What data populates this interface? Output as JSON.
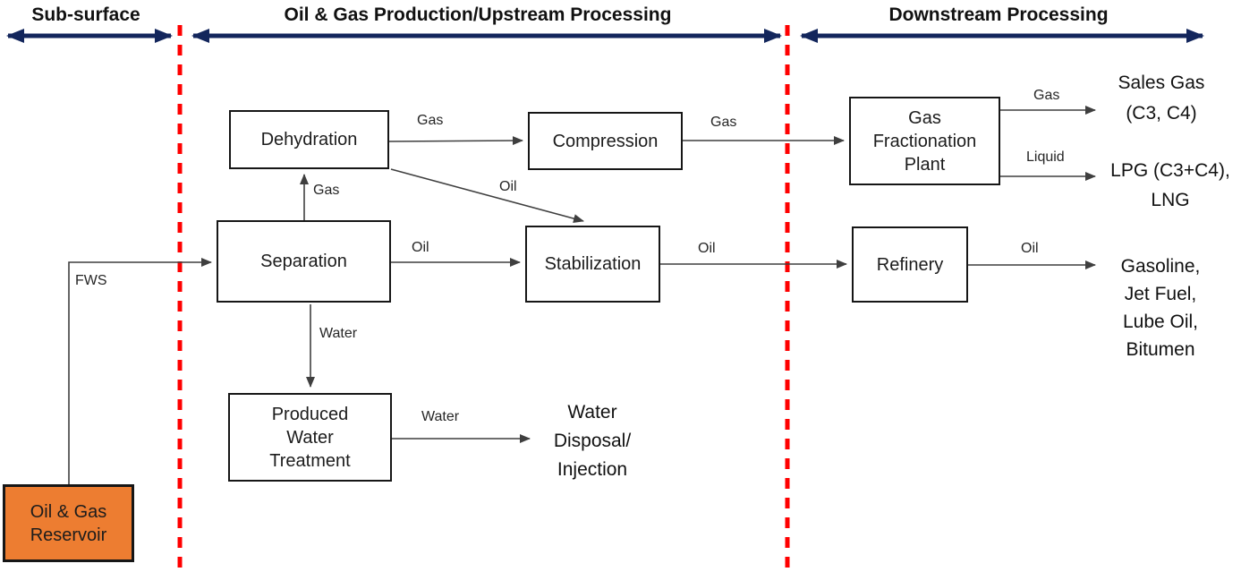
{
  "colors": {
    "header_arrow": "#13265c",
    "divider": "#ff0000",
    "reservoir_fill": "#ed7d31",
    "flow_line": "#3f3f3f"
  },
  "sections": {
    "subsurface": {
      "label": "Sub-surface"
    },
    "upstream": {
      "label": "Oil & Gas Production/Upstream Processing"
    },
    "downstream": {
      "label": "Downstream Processing"
    }
  },
  "boxes": {
    "dehydration": {
      "label": "Dehydration"
    },
    "compression": {
      "label": "Compression"
    },
    "gas_fractionation": {
      "label": "Gas\nFractionation\nPlant"
    },
    "separation": {
      "label": "Separation"
    },
    "stabilization": {
      "label": "Stabilization"
    },
    "refinery": {
      "label": "Refinery"
    },
    "produced_water_treatment": {
      "label": "Produced\nWater\nTreatment"
    },
    "reservoir": {
      "label": "Oil & Gas\nReservoir"
    }
  },
  "edges": {
    "fws": "FWS",
    "separation_to_dehydration": "Gas",
    "dehydration_to_compression": "Gas",
    "compression_to_fractionation": "Gas",
    "fractionation_gas_out": "Gas",
    "fractionation_liquid_out": "Liquid",
    "dehydration_to_stabilization": "Oil",
    "separation_to_stabilization": "Oil",
    "stabilization_to_refinery": "Oil",
    "refinery_out": "Oil",
    "separation_to_water_treatment": "Water",
    "water_treatment_out": "Water"
  },
  "outputs": {
    "sales_gas": "Sales Gas\n(C3, C4)",
    "lpg_lng": "LPG (C3+C4),\nLNG",
    "refinery_products": "Gasoline,\nJet Fuel,\nLube Oil,\nBitumen",
    "water_disposal": "Water\nDisposal/\nInjection"
  }
}
